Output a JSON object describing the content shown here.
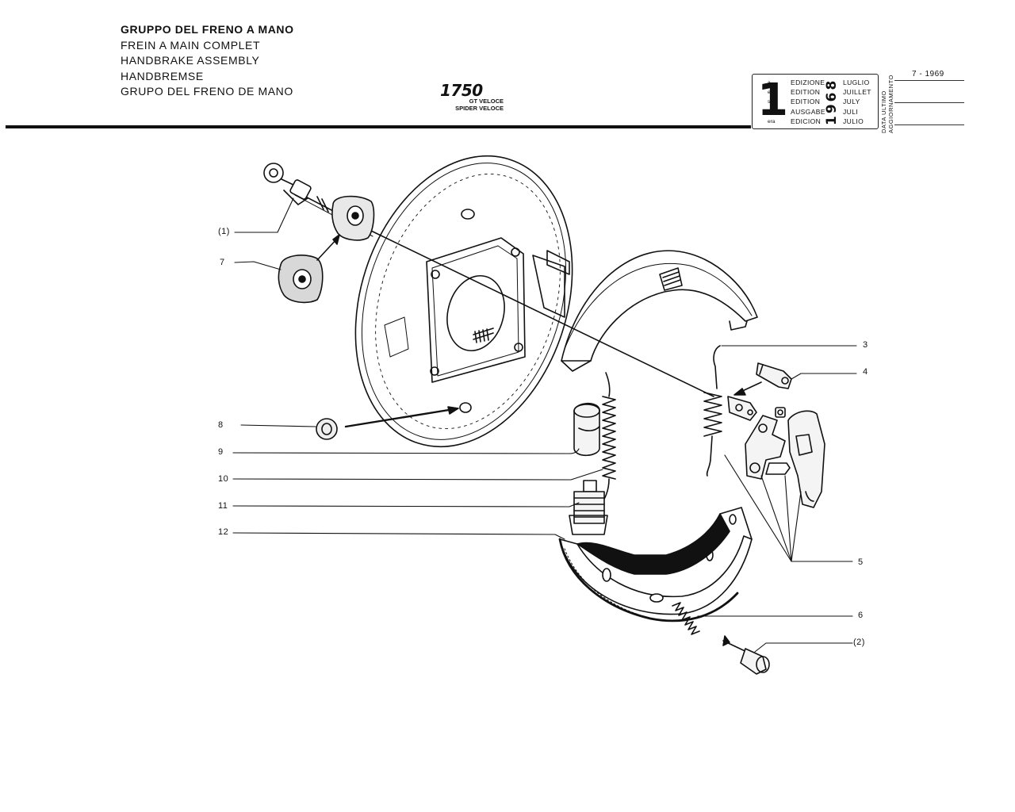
{
  "header": {
    "titles": [
      "GRUPPO DEL FRENO A MANO",
      "FREIN A MAIN COMPLET",
      "HANDBRAKE ASSEMBLY",
      "HANDBREMSE",
      "GRUPO DEL FRENO DE MANO"
    ],
    "model": {
      "number": "1750",
      "variant_1": "GT VELOCE",
      "variant_2": "SPIDER VELOCE"
    }
  },
  "edition_block": {
    "number": "1",
    "suffixes": [
      "a",
      "ere",
      "st",
      ".",
      "era"
    ],
    "edition_words": [
      "EDIZIONE",
      "EDITION",
      "EDITION",
      "AUSGABE",
      "EDICION"
    ],
    "year": "1968",
    "months": [
      "LUGLIO",
      "JUILLET",
      "JULY",
      "JULI",
      "JULIO"
    ],
    "update_label_1": "DATA ULTIMO",
    "update_label_2": "AGGIORNAMENTO",
    "update_date": "7 - 1969"
  },
  "callouts": {
    "c1": "(1)",
    "c7": "7",
    "c8": "8",
    "c9": "9",
    "c10": "10",
    "c11": "11",
    "c12": "12",
    "c3": "3",
    "c4": "4",
    "c5": "5",
    "c6": "6",
    "c2": "(2)"
  }
}
